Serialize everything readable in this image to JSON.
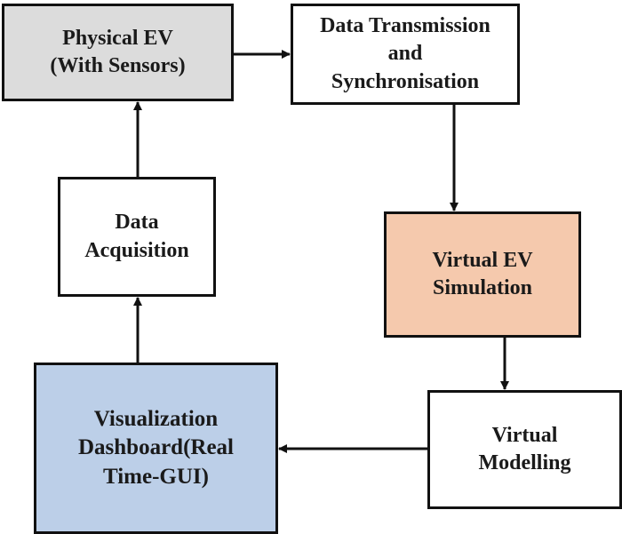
{
  "colors": {
    "physical_fill": "#dcdcdc",
    "transmit_fill": "#ffffff",
    "acquire_fill": "#ffffff",
    "virtual_ev_fill": "#f5c9ad",
    "visual_fill": "#bccfe8",
    "modelling_fill": "#ffffff",
    "border": "#111111",
    "arrow": "#111111"
  },
  "nodes": {
    "physical_ev": {
      "label": "Physical EV\n(With Sensors)"
    },
    "transmission": {
      "label": "Data Transmission\nand\nSynchronisation"
    },
    "acquisition": {
      "label": "Data\nAcquisition"
    },
    "virtual_ev": {
      "label": "Virtual EV\nSimulation"
    },
    "visualization": {
      "label": "Visualization\nDashboard(Real\nTime-GUI)"
    },
    "modelling": {
      "label": "Virtual\nModelling"
    }
  },
  "edges": [
    {
      "from": "physical_ev",
      "to": "transmission"
    },
    {
      "from": "transmission",
      "to": "virtual_ev"
    },
    {
      "from": "virtual_ev",
      "to": "modelling"
    },
    {
      "from": "modelling",
      "to": "visualization"
    },
    {
      "from": "visualization",
      "to": "acquisition"
    },
    {
      "from": "acquisition",
      "to": "physical_ev"
    }
  ]
}
